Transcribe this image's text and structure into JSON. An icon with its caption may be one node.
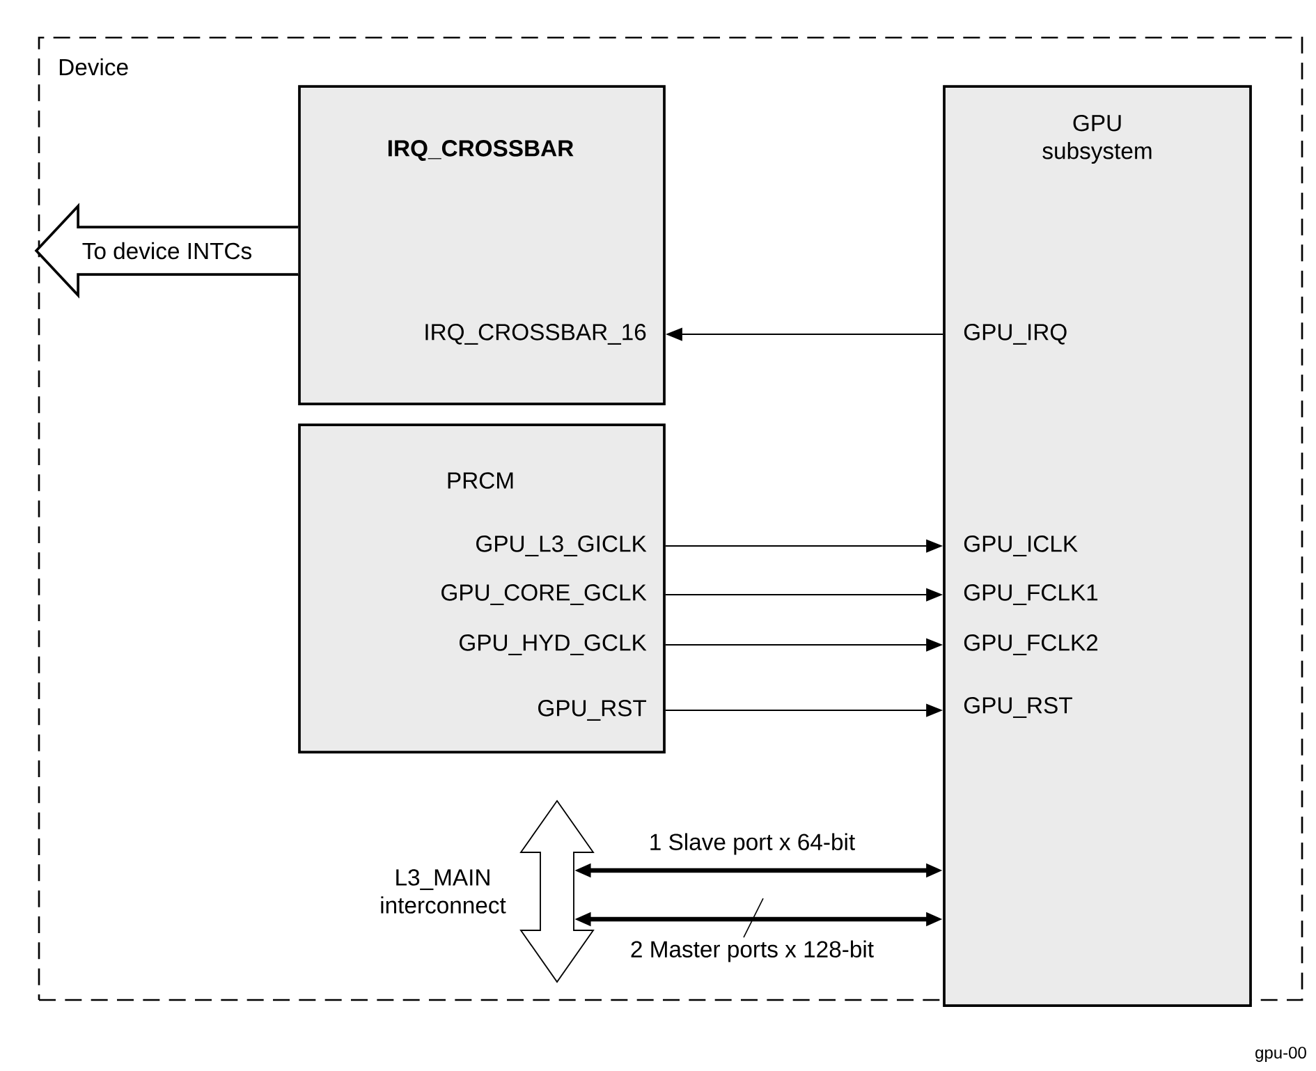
{
  "diagram": {
    "nodes": [
      {
        "text": [
          "Device"
        ]
      },
      {
        "text": [
          "IRQ_CROSSBAR",
          "IRQ_CROSSBAR_16"
        ],
        "in": 0
      },
      {
        "text": [
          "PRCM",
          "GPU_L3_GICLK",
          "GPU_CORE_GCLK",
          "GPU_HYD_GCLK",
          "GPU_RST"
        ],
        "in": 0
      },
      {
        "text": [
          "GPU subsystem",
          "GPU_IRQ",
          "GPU_ICLK",
          "GPU_FCLK1",
          "GPU_FCLK2",
          "GPU_RST"
        ],
        "in": 0
      },
      {
        "text": [],
        "shape": "arrow",
        "beside": [
          "L3_MAIN interconnect"
        ],
        "in": 0
      }
    ],
    "edges": [
      {
        "from": 3,
        "to": 1,
        "arrow": "to"
      },
      {
        "from": 2,
        "to": 3,
        "arrow": "to"
      },
      {
        "from": 2,
        "to": 3,
        "arrow": "to"
      },
      {
        "from": 2,
        "to": 3,
        "arrow": "to"
      },
      {
        "from": 2,
        "to": 3,
        "arrow": "to"
      },
      {
        "from": 4,
        "to": 3,
        "arrow": "both",
        "label": "1 Slave port  x 64-bit",
        "style": "thick"
      },
      {
        "from": 4,
        "to": 3,
        "arrow": "both",
        "label": "2 Master ports x 128-bit",
        "style": "thick"
      },
      {
        "from": 1,
        "to": null,
        "arrow": "to",
        "label": "To device INTCs"
      }
    ],
    "labels": [
      "gpu-00"
    ]
  }
}
